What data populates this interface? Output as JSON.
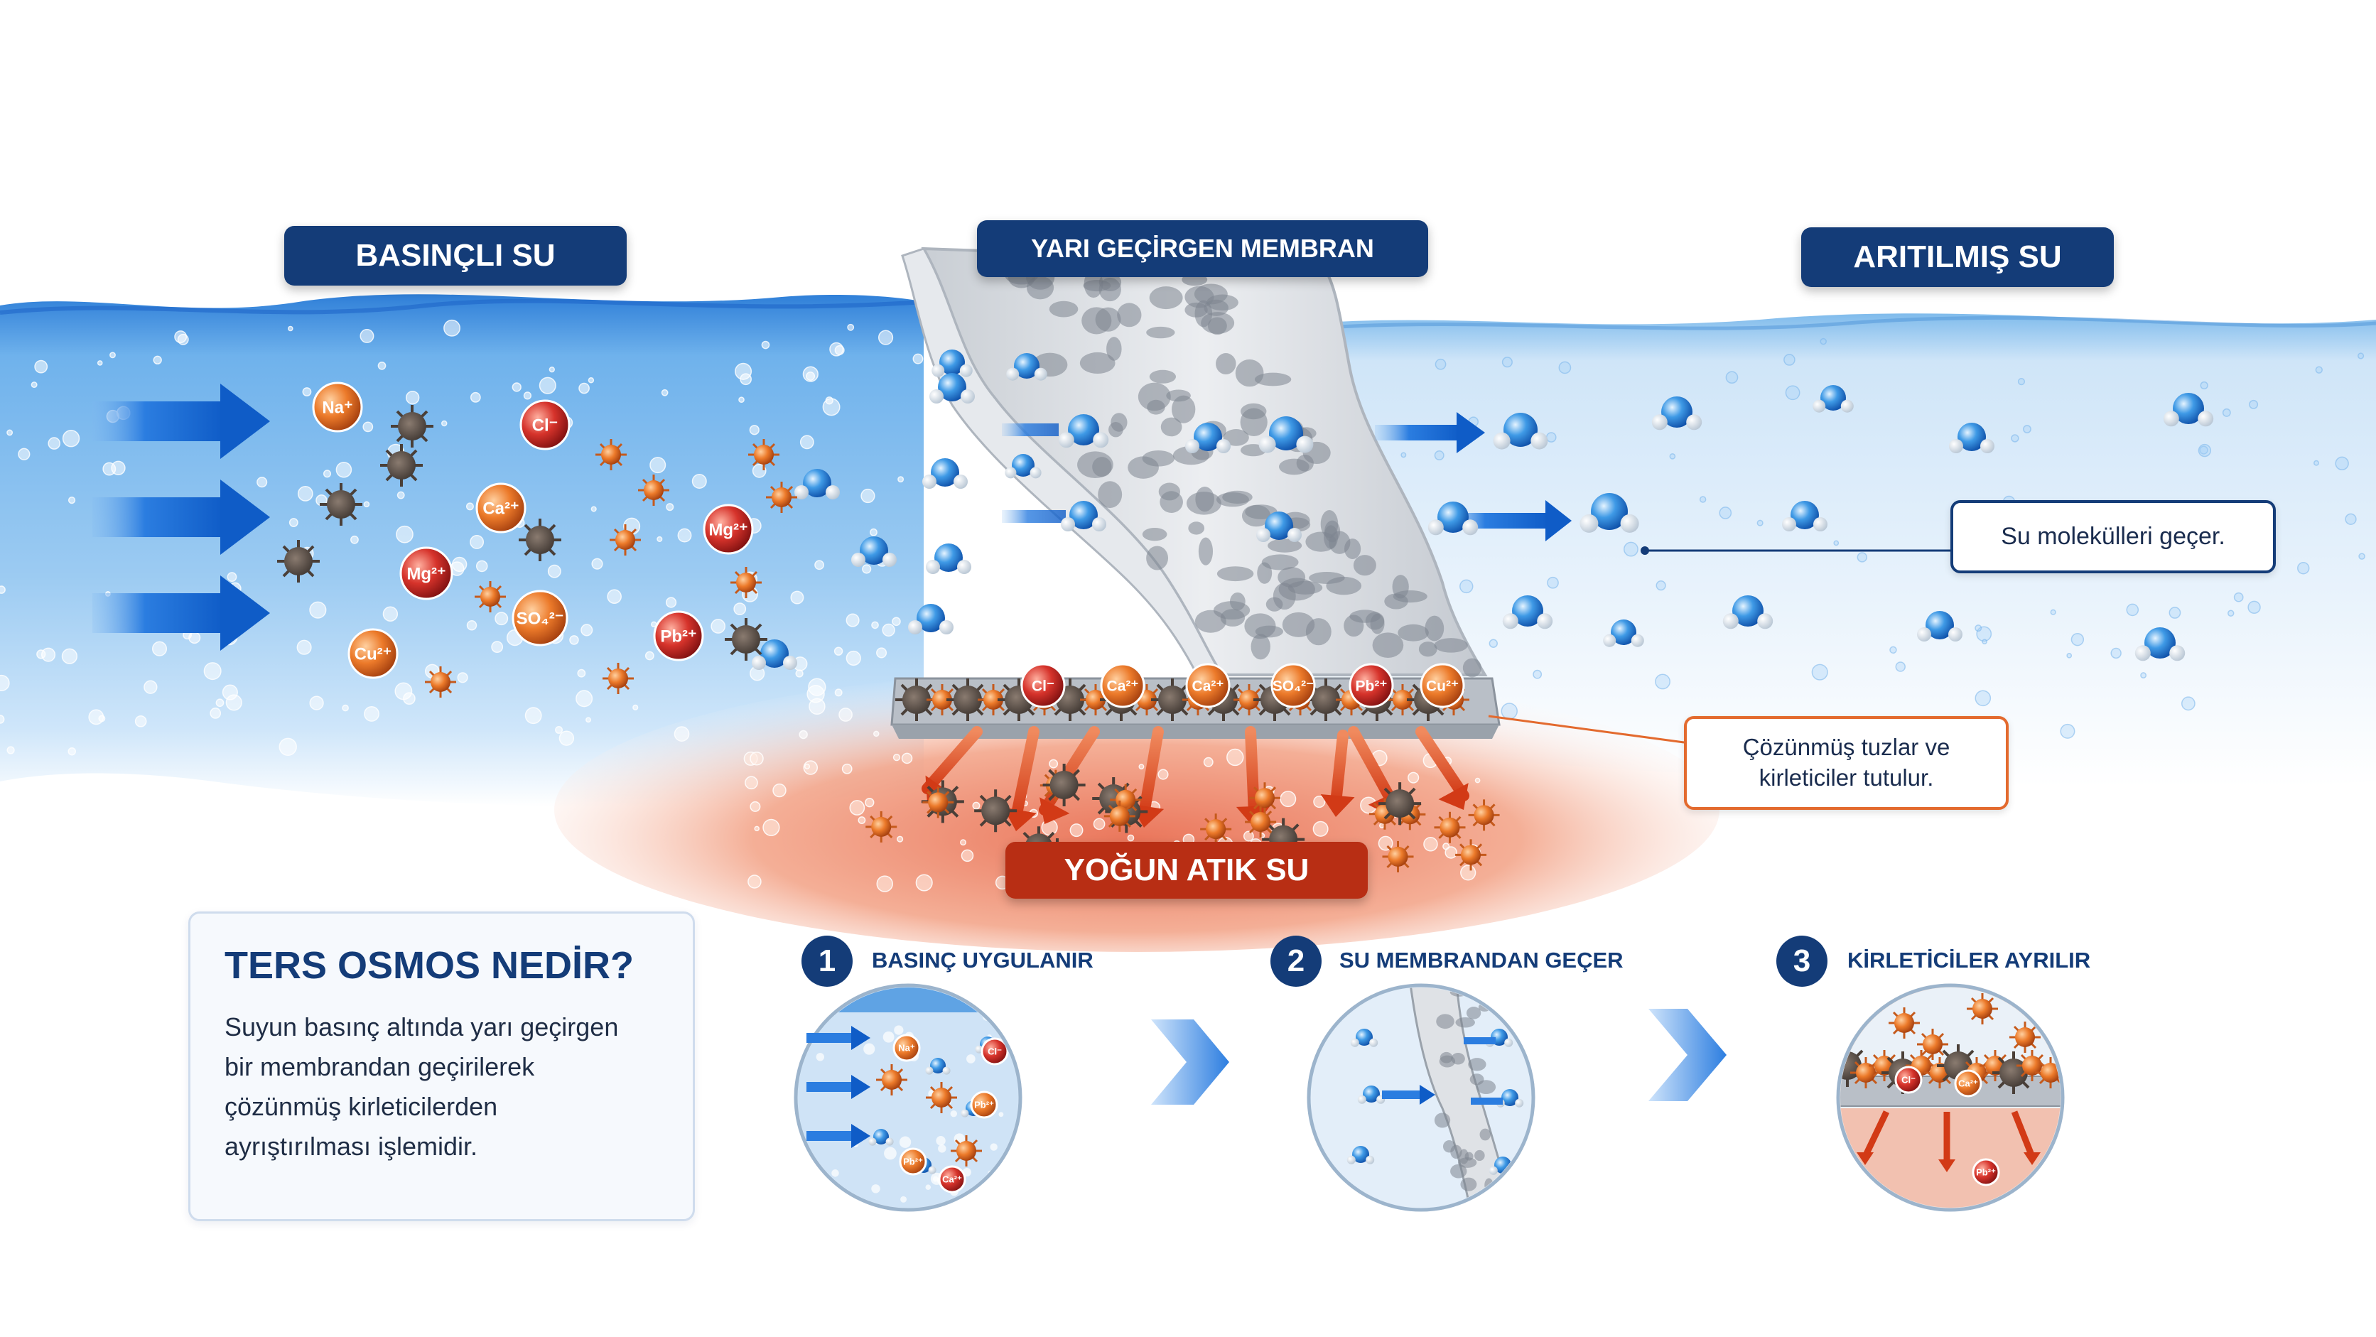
{
  "labels": {
    "pressurized_water": "BASINÇLI SU",
    "membrane": "YARI GEÇİRGEN MEMBRAN",
    "purified_water": "ARITILMIŞ SU",
    "waste_water": "YOĞUN ATIK SU"
  },
  "callouts": {
    "water_passes": "Su molekülleri geçer.",
    "contaminants_line1": "Çözünmüş tuzlar ve",
    "contaminants_line2": "kirleticiler tutulur."
  },
  "ions_feed": [
    {
      "label": "Na⁺",
      "color": "#e2782c"
    },
    {
      "label": "Cl⁻",
      "color": "#cf2f2a"
    },
    {
      "label": "Ca²⁺",
      "color": "#e2782c"
    },
    {
      "label": "Mg²⁺",
      "color": "#cf2f2a"
    },
    {
      "label": "Mg²⁺",
      "color": "#cf2f2a"
    },
    {
      "label": "SO₄²⁻",
      "color": "#e2782c"
    },
    {
      "label": "Cu²⁺",
      "color": "#e2782c"
    },
    {
      "label": "Pb²⁺",
      "color": "#cf2f2a"
    }
  ],
  "ions_trapped": [
    {
      "label": "Cl⁻",
      "color": "#cf2f2a"
    },
    {
      "label": "Ca²⁺",
      "color": "#e2782c"
    },
    {
      "label": "Ca²⁺",
      "color": "#e2782c"
    },
    {
      "label": "SO₄²⁻",
      "color": "#e2782c"
    },
    {
      "label": "Pb²⁺",
      "color": "#cf2f2a"
    },
    {
      "label": "Cu²⁺",
      "color": "#e2782c"
    }
  ],
  "info": {
    "title": "TERS OSMOS NEDİR?",
    "lines": [
      "Suyun basınç altında yarı geçirgen",
      "bir membrandan geçirilerek",
      "çözünmüş kirleticilerden",
      "ayrıştırılması işlemidir."
    ]
  },
  "steps": [
    {
      "number": "1",
      "title": "BASINÇ UYGULANIR",
      "ions": [
        "Na⁺",
        "Cl⁻",
        "Pb²⁺",
        "Ca²⁺",
        "Pb²⁺"
      ]
    },
    {
      "number": "2",
      "title": "SU MEMBRANDAN GEÇER"
    },
    {
      "number": "3",
      "title": "KİRLETİCİLER AYRILIR",
      "ions": [
        "Cl⁻",
        "Ca²⁺",
        "Pb²⁺"
      ]
    }
  ],
  "colors": {
    "navy": "#143c78",
    "water_blue": "#3d95e0",
    "arrow_blue": "#1f6fd6",
    "waste_red": "#e0552e",
    "callout_orange": "#e36a2e",
    "membrane_gray": "#d9dde2"
  },
  "icons": [
    "water-molecule-icon",
    "contaminant-particle-icon",
    "flow-arrow-icon",
    "step-chevron-icon"
  ]
}
